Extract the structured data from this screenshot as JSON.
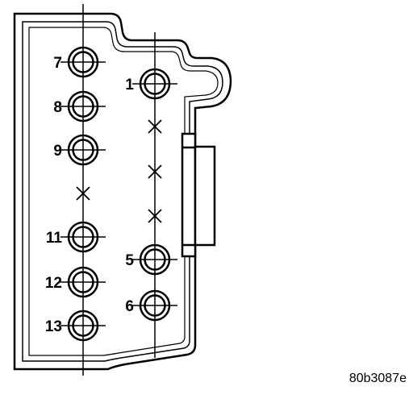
{
  "diagram": {
    "pins": [
      {
        "label": "7",
        "column": "left",
        "filled": true
      },
      {
        "label": "8",
        "column": "left",
        "filled": true
      },
      {
        "label": "9",
        "column": "left",
        "filled": true
      },
      {
        "label": "",
        "column": "left",
        "filled": false
      },
      {
        "label": "11",
        "column": "left",
        "filled": true
      },
      {
        "label": "12",
        "column": "left",
        "filled": true
      },
      {
        "label": "13",
        "column": "left",
        "filled": true
      },
      {
        "label": "1",
        "column": "right",
        "filled": true
      },
      {
        "label": "",
        "column": "right",
        "filled": false
      },
      {
        "label": "",
        "column": "right",
        "filled": false
      },
      {
        "label": "",
        "column": "right",
        "filled": false
      },
      {
        "label": "5",
        "column": "right",
        "filled": true
      },
      {
        "label": "6",
        "column": "right",
        "filled": true
      }
    ],
    "reference_code": "80b3087e",
    "colors": {
      "stroke": "#000000",
      "background": "#ffffff"
    }
  }
}
